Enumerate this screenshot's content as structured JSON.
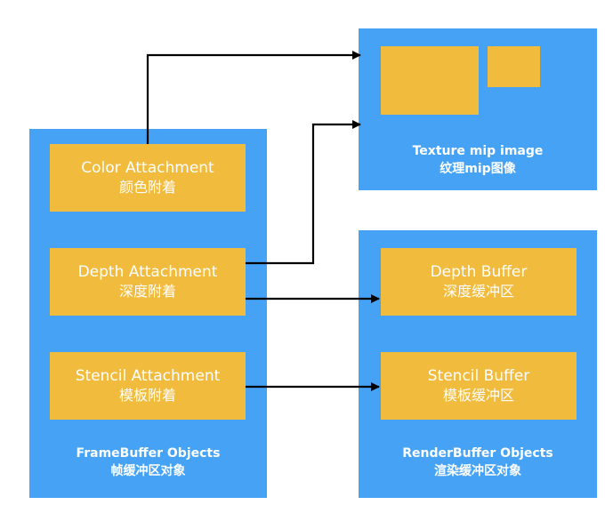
{
  "framebuffer": {
    "title": "FrameBuffer Objects",
    "subtitle": "帧缓冲区对象",
    "attachments": [
      {
        "en": "Color Attachment",
        "zh": "颜色附着"
      },
      {
        "en": "Depth Attachment",
        "zh": "深度附着"
      },
      {
        "en": "Stencil Attachment",
        "zh": "模板附着"
      }
    ]
  },
  "texture": {
    "title": "Texture mip image",
    "subtitle": "纹理mip图像"
  },
  "renderbuffer": {
    "title": "RenderBuffer Objects",
    "subtitle": "渲染缓冲区对象",
    "buffers": [
      {
        "en": "Depth Buffer",
        "zh": "深度缓冲区"
      },
      {
        "en": "Stencil Buffer",
        "zh": "模板缓冲区"
      }
    ]
  },
  "colors": {
    "panel": "#45a2f5",
    "item": "#f1bb3d",
    "arrow": "#000000",
    "text": "#ffffff"
  }
}
